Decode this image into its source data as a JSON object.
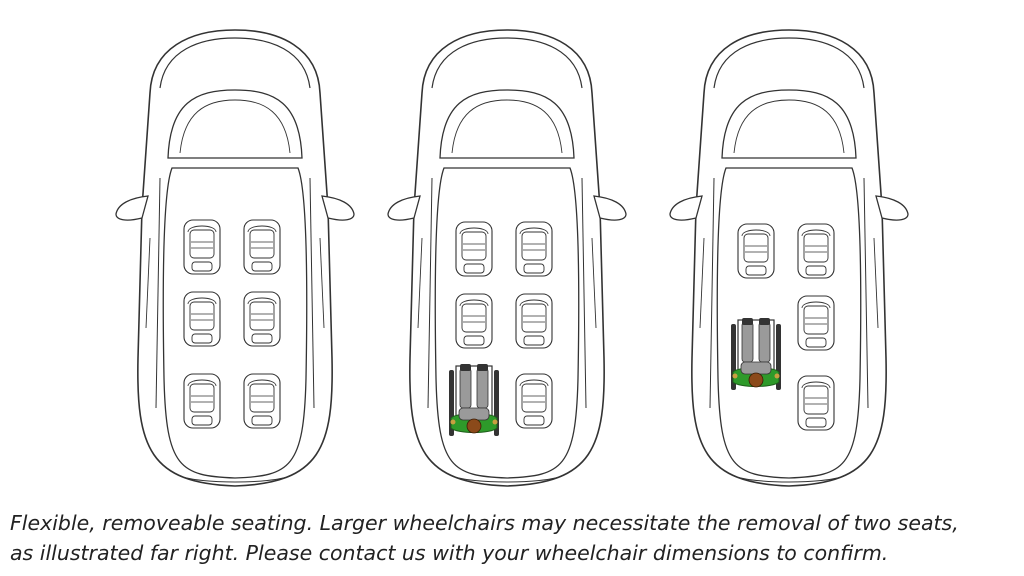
{
  "caption": {
    "line1": "Flexible, removeable seating. Larger wheelchairs may necessitate the removal of two seats,",
    "line2": "as illustrated far right. Please contact us with your wheelchair dimensions to confirm."
  },
  "vehicles": [
    {
      "id": "six-seats",
      "seat_rows": [
        [
          "seat",
          "seat"
        ],
        [
          "seat",
          "seat"
        ],
        [
          "seat",
          "seat"
        ]
      ],
      "wheelchair_slot": null
    },
    {
      "id": "five-seats-one-wheelchair",
      "seat_rows": [
        [
          "seat",
          "seat"
        ],
        [
          "seat",
          "seat"
        ],
        [
          "wheelchair",
          "seat"
        ]
      ],
      "wheelchair_slot": "rear-left"
    },
    {
      "id": "four-seats-large-wheelchair",
      "seat_rows": [
        [
          "seat",
          "seat"
        ],
        [
          "wheelchair-large",
          "seat"
        ],
        [
          "wheelchair-large",
          "seat"
        ]
      ],
      "wheelchair_slot": "middle-and-rear-left"
    }
  ],
  "colors": {
    "outline": "#333333",
    "wheelchair_green": "#2e9a2a",
    "person_gray": "#9a9a9a",
    "head_brown": "#8b4a1a"
  }
}
